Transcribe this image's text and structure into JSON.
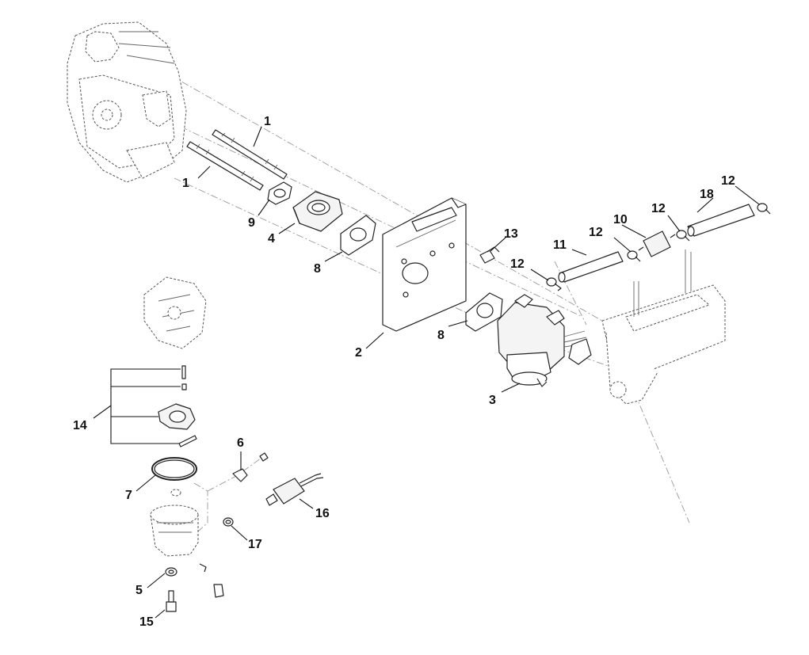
{
  "diagram": {
    "callouts": {
      "c1a": "1",
      "c1b": "1",
      "c2": "2",
      "c3": "3",
      "c4": "4",
      "c5": "5",
      "c6": "6",
      "c7": "7",
      "c8a": "8",
      "c8b": "8",
      "c9": "9",
      "c10": "10",
      "c11": "11",
      "c12a": "12",
      "c12b": "12",
      "c12c": "12",
      "c12d": "12",
      "c13": "13",
      "c14": "14",
      "c15": "15",
      "c16": "16",
      "c17": "17",
      "c18": "18"
    }
  }
}
